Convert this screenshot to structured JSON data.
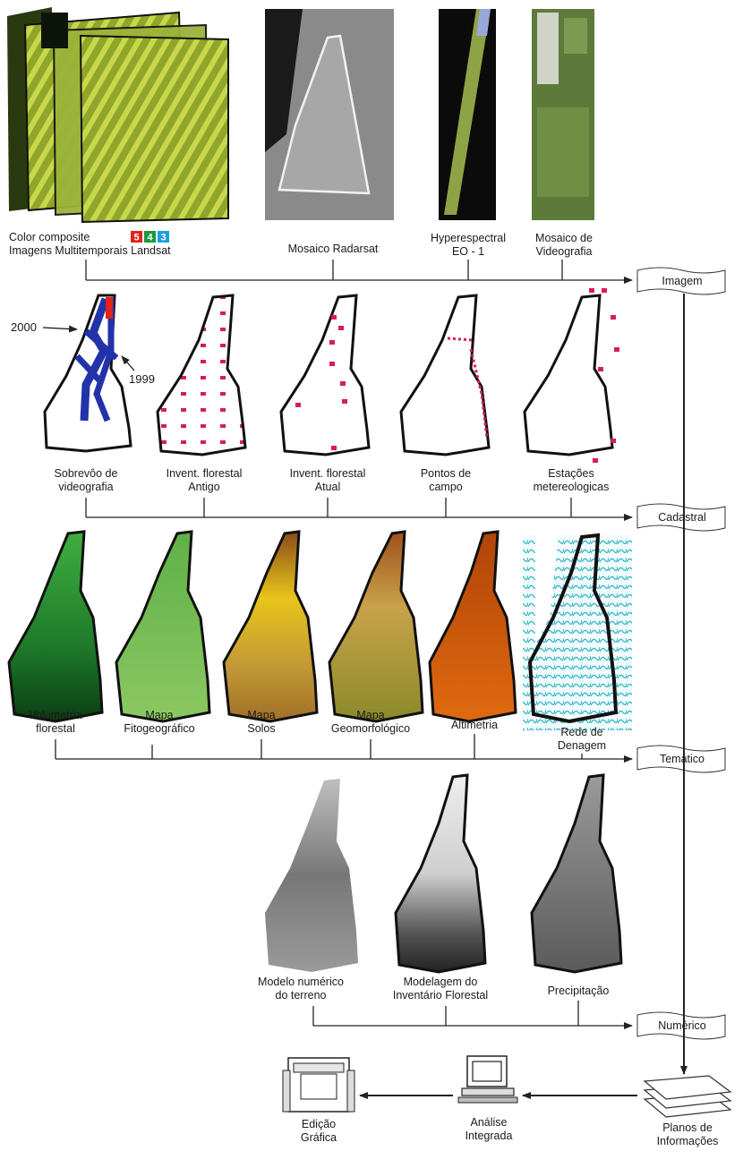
{
  "colors": {
    "badge_red": "#e2231a",
    "badge_green": "#1a9b3c",
    "badge_blue": "#1aa0e0",
    "flow_line": "#222222",
    "flight_path": "#2233aa",
    "plot_points": "#d81b60",
    "drainage": "#29b6c8"
  },
  "row_imagem": {
    "landsat_label_line1": "Color composite",
    "landsat_bands": [
      "5",
      "4",
      "3"
    ],
    "landsat_label_line2": "Imagens Multitemporais Landsat",
    "radarsat_label": "Mosaico Radarsat",
    "hyperion_label_line1": "Hyperespectral",
    "hyperion_label_line2": "EO - 1",
    "video_label_line1": "Mosaico de",
    "video_label_line2": "Videografia",
    "plane": "Imagem"
  },
  "row_cadastral": {
    "year_2000": "2000",
    "year_1999": "1999",
    "items": [
      {
        "line1": "Sobrevôo de",
        "line2": "videografia"
      },
      {
        "line1": "Invent. florestal",
        "line2": "Antigo"
      },
      {
        "line1": "Invent. florestal",
        "line2": "Atual"
      },
      {
        "line1": "Pontos de",
        "line2": "campo"
      },
      {
        "line1": "Estações",
        "line2": "metereologicas"
      }
    ],
    "plane": "Cadastral"
  },
  "row_tematico": {
    "items": [
      {
        "line1": "Volumetria",
        "line2": "florestal"
      },
      {
        "line1": "Mapa",
        "line2": "Fitogeográfico"
      },
      {
        "line1": "Mapa",
        "line2": "Solos"
      },
      {
        "line1": "Mapa",
        "line2": "Geomorfológico"
      },
      {
        "line1": "Altimetria",
        "line2": ""
      },
      {
        "line1": "Rede de",
        "line2": "Denagem"
      }
    ],
    "plane": "Temático"
  },
  "row_numerico": {
    "items": [
      {
        "line1": "Modelo numérico",
        "line2": "do terreno"
      },
      {
        "line1": "Modelagem do",
        "line2": "Inventário Florestal"
      },
      {
        "line1": "Precipitação",
        "line2": ""
      }
    ],
    "plane": "Numérico"
  },
  "bottom": {
    "planos_line1": "Planos de",
    "planos_line2": "Informações",
    "analise_line1": "Análise",
    "analise_line2": "Integrada",
    "edicao_line1": "Edição",
    "edicao_line2": "Gráfica"
  }
}
